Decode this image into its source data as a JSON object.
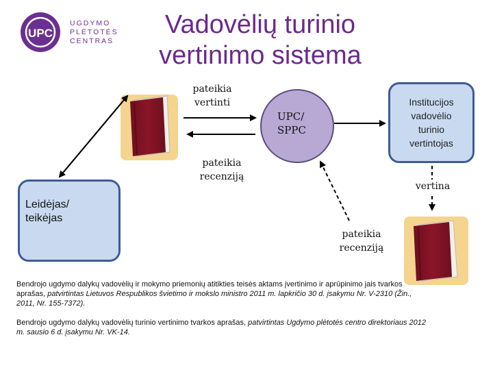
{
  "logo": {
    "line1": "UGDYMO",
    "line2": "PLĖTOTĖS",
    "line3": "CENTRAS",
    "mark": "UPC"
  },
  "title": {
    "line1": "Vadovėlių turinio",
    "line2": "vertinimo sistema"
  },
  "nodes": {
    "institucijos": [
      "Institucijos",
      "vadovėlio",
      "turinio",
      "vertintojas"
    ],
    "upc": [
      "UPC/",
      "SPPC"
    ],
    "leidejas": [
      "Leidėjas/",
      "teikėjas"
    ]
  },
  "edges": {
    "pateikia_vertinti": [
      "pateikia",
      "vertinti"
    ],
    "pateikia_recenzija_top": [
      "pateikia",
      "recenziją"
    ],
    "vertina": "vertina",
    "pateikia_recenzija_bottom": [
      "pateikia",
      "recenziją"
    ]
  },
  "references": [
    {
      "bold": "Bendrojo ugdymo dalykų vadovėlių ir mokymo priemonių atitikties teisės aktams įvertinimo ir aprūpinimo jais tvarkos aprašas,",
      "italic": " patvirtintas Lietuvos Respublikos švietimo ir mokslo ministro 2011 m. lapkričio 30 d. įsakymu Nr. V-2310 (Žin., 2011, Nr. 155-7372)."
    },
    {
      "bold": "Bendrojo ugdymo dalykų vadovėlių turinio vertinimo tvarkos aprašas,",
      "italic": " patvirtintas Ugdymo plėtotės centro direktoriaus 2012 m. sausio 6  d. įsakymu Nr. VK-14."
    }
  ],
  "colors": {
    "title": "#6b2a8c",
    "box_fill": "#c9daf0",
    "box_border": "#3d5b95",
    "circle_fill": "#b7a9d4",
    "book": "#8a1528"
  }
}
